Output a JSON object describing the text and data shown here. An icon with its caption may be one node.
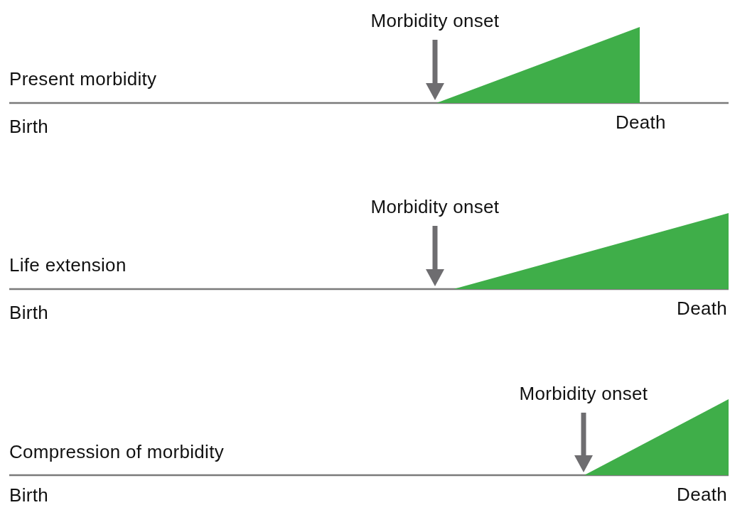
{
  "diagram": {
    "nodes": [
      {
        "text": [
          "Morbidity onset"
        ]
      },
      {
        "text": [],
        "shape": "triangle"
      },
      {
        "text": [
          "Morbidity onset"
        ]
      },
      {
        "text": [],
        "shape": "triangle"
      },
      {
        "text": [
          "Morbidity onset"
        ]
      },
      {
        "text": [],
        "shape": "triangle"
      }
    ],
    "edges": [
      {
        "from": 0,
        "to": 1,
        "arrow": "to"
      },
      {
        "from": 2,
        "to": 3,
        "arrow": "to"
      },
      {
        "from": 4,
        "to": 5,
        "arrow": "to"
      }
    ],
    "labels": [
      "Present morbidity",
      "Birth",
      "Death",
      "Life extension",
      "Birth",
      "Death",
      "Compression of morbidity",
      "Birth",
      "Death"
    ]
  }
}
